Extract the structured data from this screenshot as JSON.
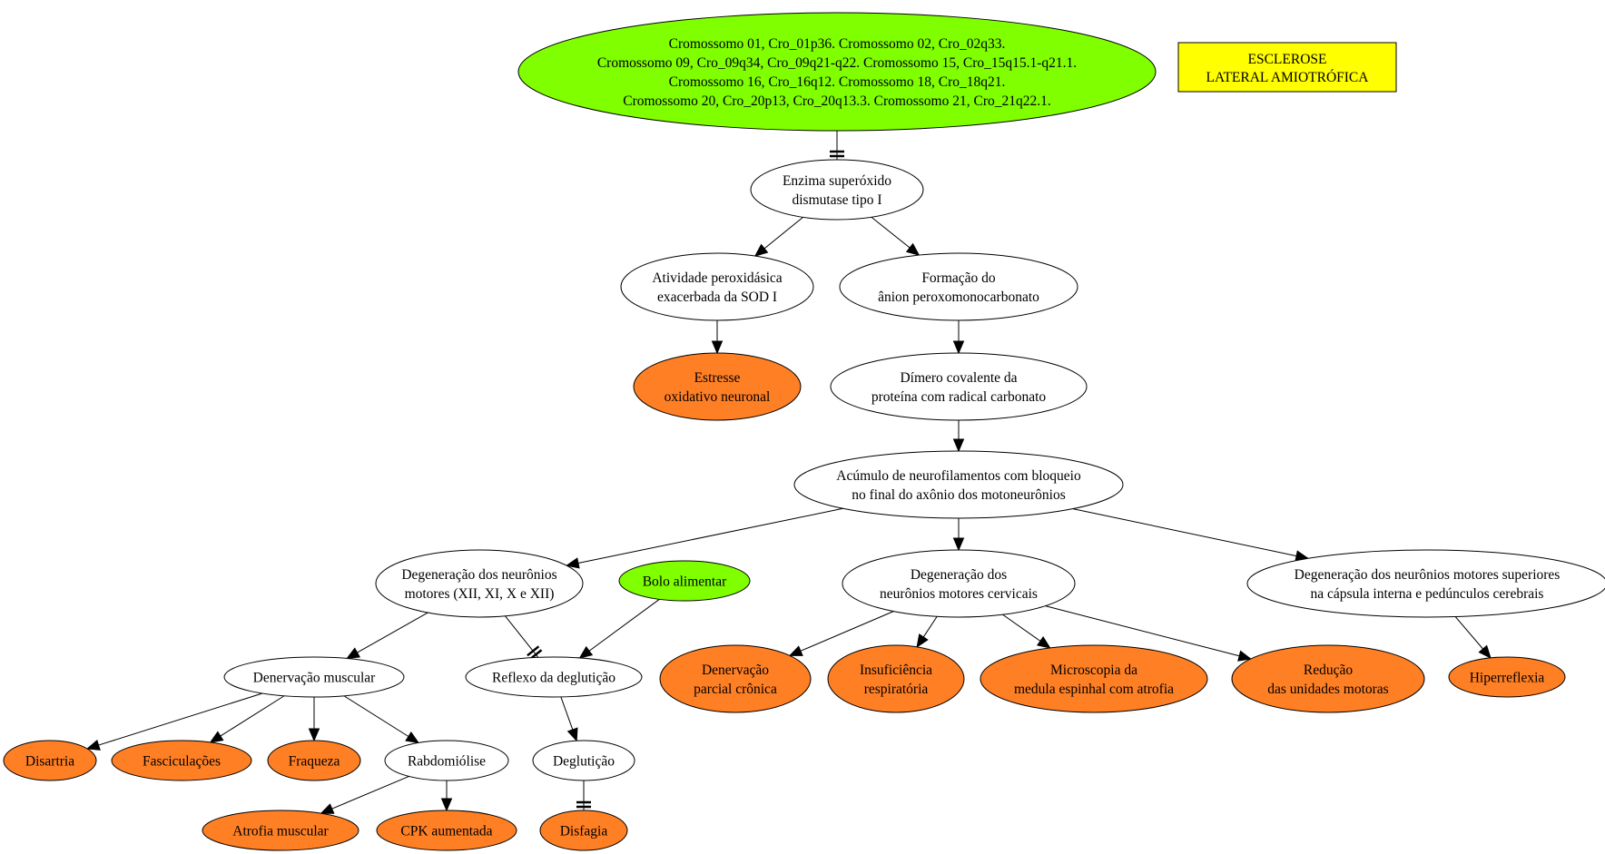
{
  "title": {
    "lines": [
      "ESCLEROSE",
      "LATERAL AMIOTRÓFICA"
    ],
    "fill": "#ffff00"
  },
  "colors": {
    "green": "#7fff00",
    "orange": "#ff7f24",
    "white": "#ffffff"
  },
  "nodes": [
    {
      "id": "cromossomos",
      "color": "green",
      "lines": [
        "Cromossomo 01, Cro_01p36. Cromossomo 02, Cro_02q33.",
        "Cromossomo 09, Cro_09q34, Cro_09q21-q22. Cromossomo 15, Cro_15q15.1-q21.1.",
        "Cromossomo 16, Cro_16q12. Cromossomo 18, Cro_18q21.",
        "Cromossomo 20, Cro_20p13, Cro_20q13.3. Cromossomo 21, Cro_21q22.1."
      ]
    },
    {
      "id": "enzima",
      "color": "white",
      "lines": [
        "Enzima superóxido",
        "dismutase tipo I"
      ]
    },
    {
      "id": "atividade",
      "color": "white",
      "lines": [
        "Atividade peroxidásica",
        "exacerbada da SOD I"
      ]
    },
    {
      "id": "formacao",
      "color": "white",
      "lines": [
        "Formação do",
        "ânion peroxomonocarbonato"
      ]
    },
    {
      "id": "estresse",
      "color": "orange",
      "lines": [
        "Estresse",
        "oxidativo neuronal"
      ]
    },
    {
      "id": "dimero",
      "color": "white",
      "lines": [
        "Dímero covalente da",
        "proteína com radical carbonato"
      ]
    },
    {
      "id": "acumulo",
      "color": "white",
      "lines": [
        "Acúmulo de neurofilamentos com bloqueio",
        "no final do axônio dos motoneurônios"
      ]
    },
    {
      "id": "degen-xii",
      "color": "white",
      "lines": [
        "Degeneração dos neurônios",
        "motores (XII, XI, X e XII)"
      ]
    },
    {
      "id": "bolo",
      "color": "green",
      "lines": [
        "Bolo alimentar"
      ]
    },
    {
      "id": "degen-cervicais",
      "color": "white",
      "lines": [
        "Degeneração dos",
        "neurônios motores cervicais"
      ]
    },
    {
      "id": "degen-superiores",
      "color": "white",
      "lines": [
        "Degeneração dos neurônios motores superiores",
        "na cápsula interna e pedúnculos cerebrais"
      ]
    },
    {
      "id": "denervacao-muscular",
      "color": "white",
      "lines": [
        "Denervação muscular"
      ]
    },
    {
      "id": "reflexo",
      "color": "white",
      "lines": [
        "Reflexo da deglutição"
      ]
    },
    {
      "id": "denervacao-parcial",
      "color": "orange",
      "lines": [
        "Denervação",
        "parcial crônica"
      ]
    },
    {
      "id": "insuficiencia",
      "color": "orange",
      "lines": [
        "Insuficiência",
        "respiratória"
      ]
    },
    {
      "id": "microscopia",
      "color": "orange",
      "lines": [
        "Microscopia da",
        "medula espinhal com atrofia"
      ]
    },
    {
      "id": "reducao",
      "color": "orange",
      "lines": [
        "Redução",
        "das unidades motoras"
      ]
    },
    {
      "id": "hiperreflexia",
      "color": "orange",
      "lines": [
        "Hiperreflexia"
      ]
    },
    {
      "id": "disartria",
      "color": "orange",
      "lines": [
        "Disartria"
      ]
    },
    {
      "id": "fasciculacoes",
      "color": "orange",
      "lines": [
        "Fasciculações"
      ]
    },
    {
      "id": "fraqueza",
      "color": "orange",
      "lines": [
        "Fraqueza"
      ]
    },
    {
      "id": "rabdomiolise",
      "color": "white",
      "lines": [
        "Rabdomiólise"
      ]
    },
    {
      "id": "degluticao",
      "color": "white",
      "lines": [
        "Deglutição"
      ]
    },
    {
      "id": "atrofia",
      "color": "orange",
      "lines": [
        "Atrofia muscular"
      ]
    },
    {
      "id": "cpk",
      "color": "orange",
      "lines": [
        "CPK aumentada"
      ]
    },
    {
      "id": "disfagia",
      "color": "orange",
      "lines": [
        "Disfagia"
      ]
    }
  ],
  "edges": [
    {
      "from": "cromossomos",
      "to": "enzima",
      "head": "tee"
    },
    {
      "from": "enzima",
      "to": "atividade",
      "head": "arrow"
    },
    {
      "from": "enzima",
      "to": "formacao",
      "head": "arrow"
    },
    {
      "from": "atividade",
      "to": "estresse",
      "head": "arrow"
    },
    {
      "from": "formacao",
      "to": "dimero",
      "head": "arrow"
    },
    {
      "from": "dimero",
      "to": "acumulo",
      "head": "arrow"
    },
    {
      "from": "acumulo",
      "to": "degen-xii",
      "head": "arrow"
    },
    {
      "from": "acumulo",
      "to": "degen-cervicais",
      "head": "arrow"
    },
    {
      "from": "acumulo",
      "to": "degen-superiores",
      "head": "arrow"
    },
    {
      "from": "degen-xii",
      "to": "denervacao-muscular",
      "head": "arrow"
    },
    {
      "from": "degen-xii",
      "to": "reflexo",
      "head": "tee"
    },
    {
      "from": "bolo",
      "to": "reflexo",
      "head": "arrow"
    },
    {
      "from": "degen-cervicais",
      "to": "denervacao-parcial",
      "head": "arrow"
    },
    {
      "from": "degen-cervicais",
      "to": "insuficiencia",
      "head": "arrow"
    },
    {
      "from": "degen-cervicais",
      "to": "microscopia",
      "head": "arrow"
    },
    {
      "from": "degen-cervicais",
      "to": "reducao",
      "head": "arrow"
    },
    {
      "from": "degen-superiores",
      "to": "hiperreflexia",
      "head": "arrow"
    },
    {
      "from": "denervacao-muscular",
      "to": "disartria",
      "head": "arrow"
    },
    {
      "from": "denervacao-muscular",
      "to": "fasciculacoes",
      "head": "arrow"
    },
    {
      "from": "denervacao-muscular",
      "to": "fraqueza",
      "head": "arrow"
    },
    {
      "from": "denervacao-muscular",
      "to": "rabdomiolise",
      "head": "arrow"
    },
    {
      "from": "reflexo",
      "to": "degluticao",
      "head": "arrow"
    },
    {
      "from": "rabdomiolise",
      "to": "atrofia",
      "head": "arrow"
    },
    {
      "from": "rabdomiolise",
      "to": "cpk",
      "head": "arrow"
    },
    {
      "from": "degluticao",
      "to": "disfagia",
      "head": "tee"
    }
  ]
}
